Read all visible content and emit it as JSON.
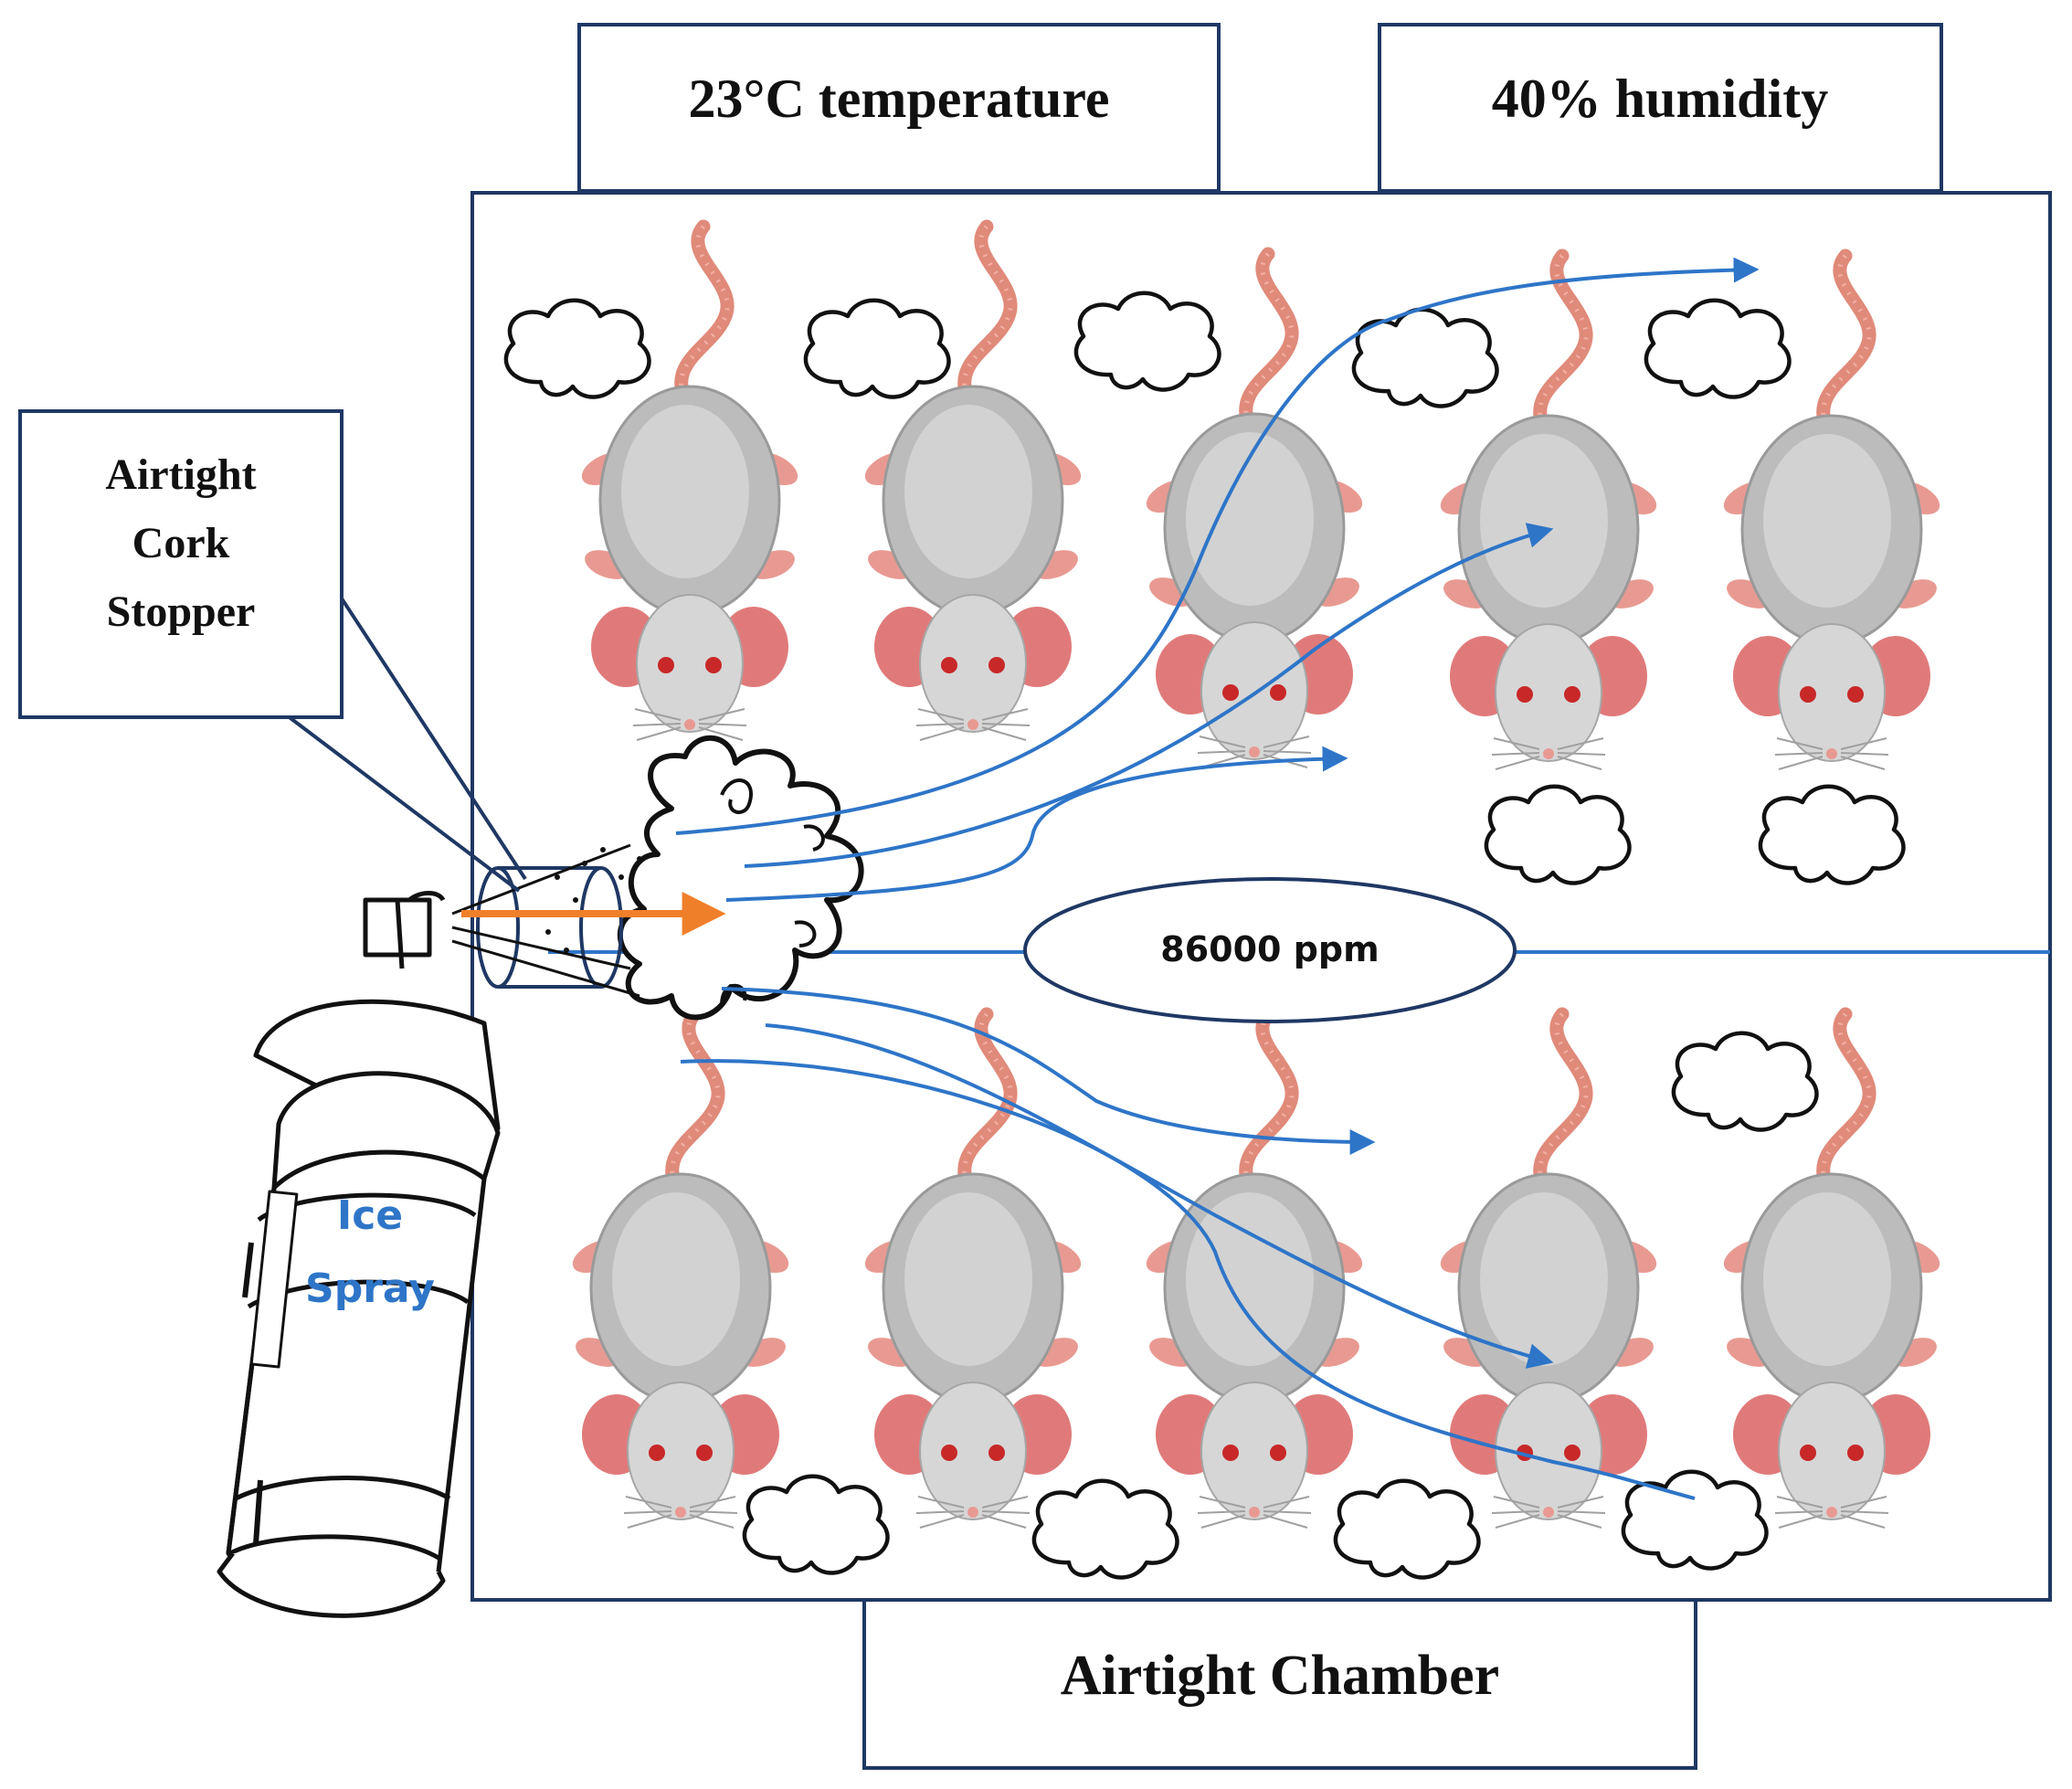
{
  "labels": {
    "temperature": "23°C temperature",
    "humidity": "40% humidity",
    "stopper_line1": "Airtight",
    "stopper_line2": "Cork",
    "stopper_line3": "Stopper",
    "chamber": "Airtight Chamber",
    "concentration": "86000 ppm",
    "spray_line1": "Ice",
    "spray_line2": "Spray"
  },
  "colors": {
    "box_border": "#1f3864",
    "flow_arrow": "#2e75c8",
    "injection_arrow": "#f07f2a",
    "spray_text": "#2e75c8",
    "mouse_body": "#bcbcbc",
    "mouse_ear": "#e07a7a",
    "mouse_tail": "#e08a7a"
  },
  "icons": [
    "mouse-icon",
    "cloud-icon",
    "spray-can-icon",
    "cork-stopper-icon"
  ]
}
